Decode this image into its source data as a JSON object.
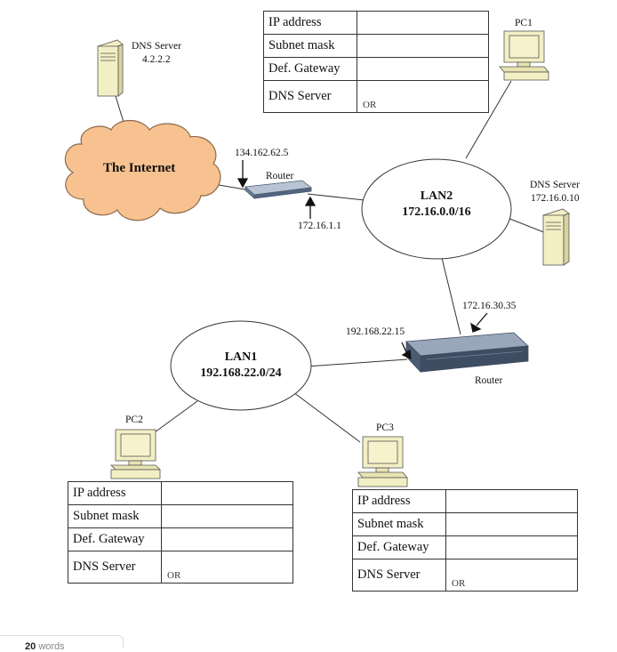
{
  "labels": {
    "dns_top": "DNS Server",
    "dns_top_ip": "4.2.2.2",
    "internet": "The Internet",
    "router1_ip_outer": "134.162.62.5",
    "router1": "Router",
    "router1_ip_inner": "172.16.1.1",
    "lan2": "LAN2",
    "lan2_net": "172.16.0.0/16",
    "pc1": "PC1",
    "dns_right": "DNS Server",
    "dns_right_ip": "172.16.0.10",
    "router2_ip_lan2": "172.16.30.35",
    "router2_ip_lan1": "192.168.22.15",
    "router2": "Router",
    "lan1": "LAN1",
    "lan1_net": "192.168.22.0/24",
    "pc2": "PC2",
    "pc3": "PC3"
  },
  "table_rows": [
    "IP address",
    "Subnet mask",
    "Def. Gateway",
    "DNS Server"
  ],
  "or_text": "OR",
  "word_count": {
    "number": "20",
    "unit": "words"
  }
}
